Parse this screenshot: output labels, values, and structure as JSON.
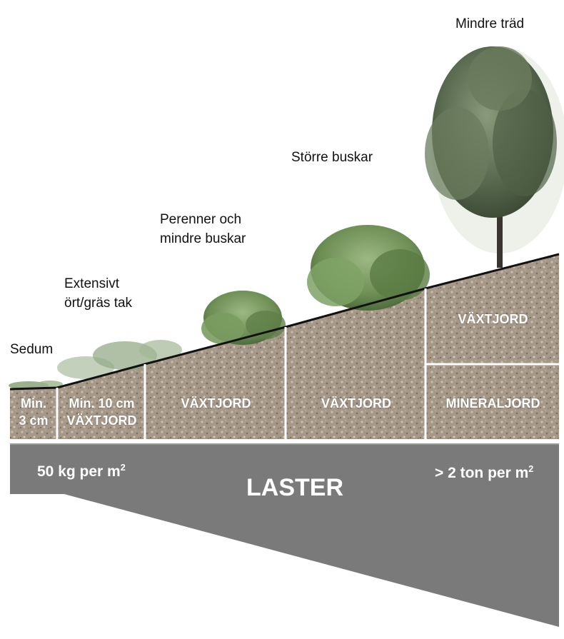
{
  "categories": {
    "sedum": "Sedum",
    "extensive": [
      "Extensivt",
      "ört/gräs tak"
    ],
    "perennials": [
      "Perenner och",
      "mindre buskar"
    ],
    "large_shrubs": "Större buskar",
    "small_trees": "Mindre träd"
  },
  "soil_labels": {
    "min3": [
      "Min.",
      "3 cm"
    ],
    "min10": [
      "Min. 10 cm",
      "VÄXTJORD"
    ],
    "vaxtjord_1": "VÄXTJORD",
    "vaxtjord_2": "VÄXTJORD",
    "vaxtjord_3": "VÄXTJORD",
    "mineraljord": "MINERALJORD"
  },
  "loads": {
    "left_value": "50 kg per m",
    "right_value": "> 2 ton per m",
    "superscript": "2",
    "title": "LASTER"
  },
  "colors": {
    "soil": "#a89a8c",
    "load_bar": "#7a7a7a",
    "vegetation": "#6f8f57",
    "tree_canopy": "#5a6b52"
  }
}
